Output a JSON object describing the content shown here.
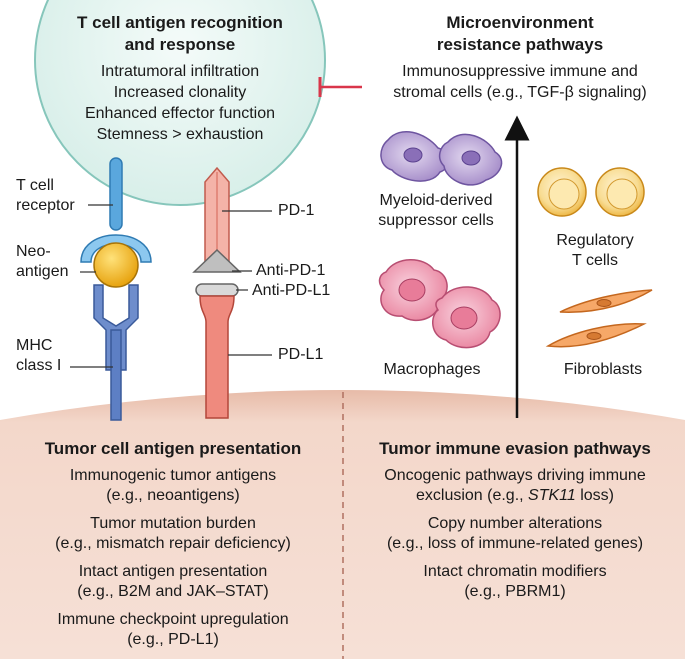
{
  "tcell": {
    "title_line1": "T cell antigen recognition",
    "title_line2": "and response",
    "items": [
      "Intratumoral infiltration",
      "Increased clonality",
      "Enhanced effector function",
      "Stemness > exhaustion"
    ]
  },
  "micro": {
    "title_line1": "Microenvironment",
    "title_line2": "resistance pathways",
    "desc_line1": "Immunosuppressive immune and",
    "desc_line2": "stromal cells (e.g., TGF-β signaling)"
  },
  "labels": {
    "tcr_line1": "T cell",
    "tcr_line2": "receptor",
    "neo_line1": "Neo-",
    "neo_line2": "antigen",
    "mhc_line1": "MHC",
    "mhc_line2": "class I",
    "pd1": "PD-1",
    "anti_pd1": "Anti-PD-1",
    "anti_pdl1": "Anti-PD-L1",
    "pdl1": "PD-L1"
  },
  "cells": {
    "mdsc_line1": "Myeloid-derived",
    "mdsc_line2": "suppressor cells",
    "treg_line1": "Regulatory",
    "treg_line2": "T cells",
    "macrophages": "Macrophages",
    "fibroblasts": "Fibroblasts"
  },
  "tumor_presentation": {
    "title": "Tumor cell antigen presentation",
    "items": [
      {
        "line1": "Immunogenic tumor antigens",
        "line2": "(e.g., neoantigens)"
      },
      {
        "line1": "Tumor mutation burden",
        "line2": "(e.g., mismatch repair deficiency)"
      },
      {
        "line1": "Intact antigen presentation",
        "line2": "(e.g., B2M and JAK–STAT)"
      },
      {
        "line1": "Immune checkpoint upregulation",
        "line2": "(e.g., PD-L1)"
      }
    ]
  },
  "tumor_evasion": {
    "title": "Tumor immune evasion pathways",
    "item1_line1": "Oncogenic pathways driving immune",
    "item1_line2_pre": "exclusion (e.g., ",
    "item1_line2_gene": "STK11",
    "item1_line2_post": " loss)",
    "item2_line1": "Copy number alterations",
    "item2_line2": "(e.g., loss of immune-related genes)",
    "item3_line1": "Intact chromatin modifiers",
    "item3_line2": "(e.g., PBRM1)"
  },
  "colors": {
    "tcell_fill": "#dff1ec",
    "tcell_stroke": "#7fc4b8",
    "tumor_fill": "#f0d2c4",
    "inhibit_red": "#d9364a",
    "tcr_blue": "#5aa7dd",
    "antigen_yellow": "#f2b51e",
    "mhc_blue": "#5d7fc4",
    "pd1_salmon": "#ef9f92",
    "pdl1_red": "#e35b4e",
    "mdsc_purple": "#b7a3d6",
    "treg_yellow": "#f6cd6f",
    "macrophage_pink": "#ee9db6",
    "fibroblast_orange": "#f4a05c"
  }
}
